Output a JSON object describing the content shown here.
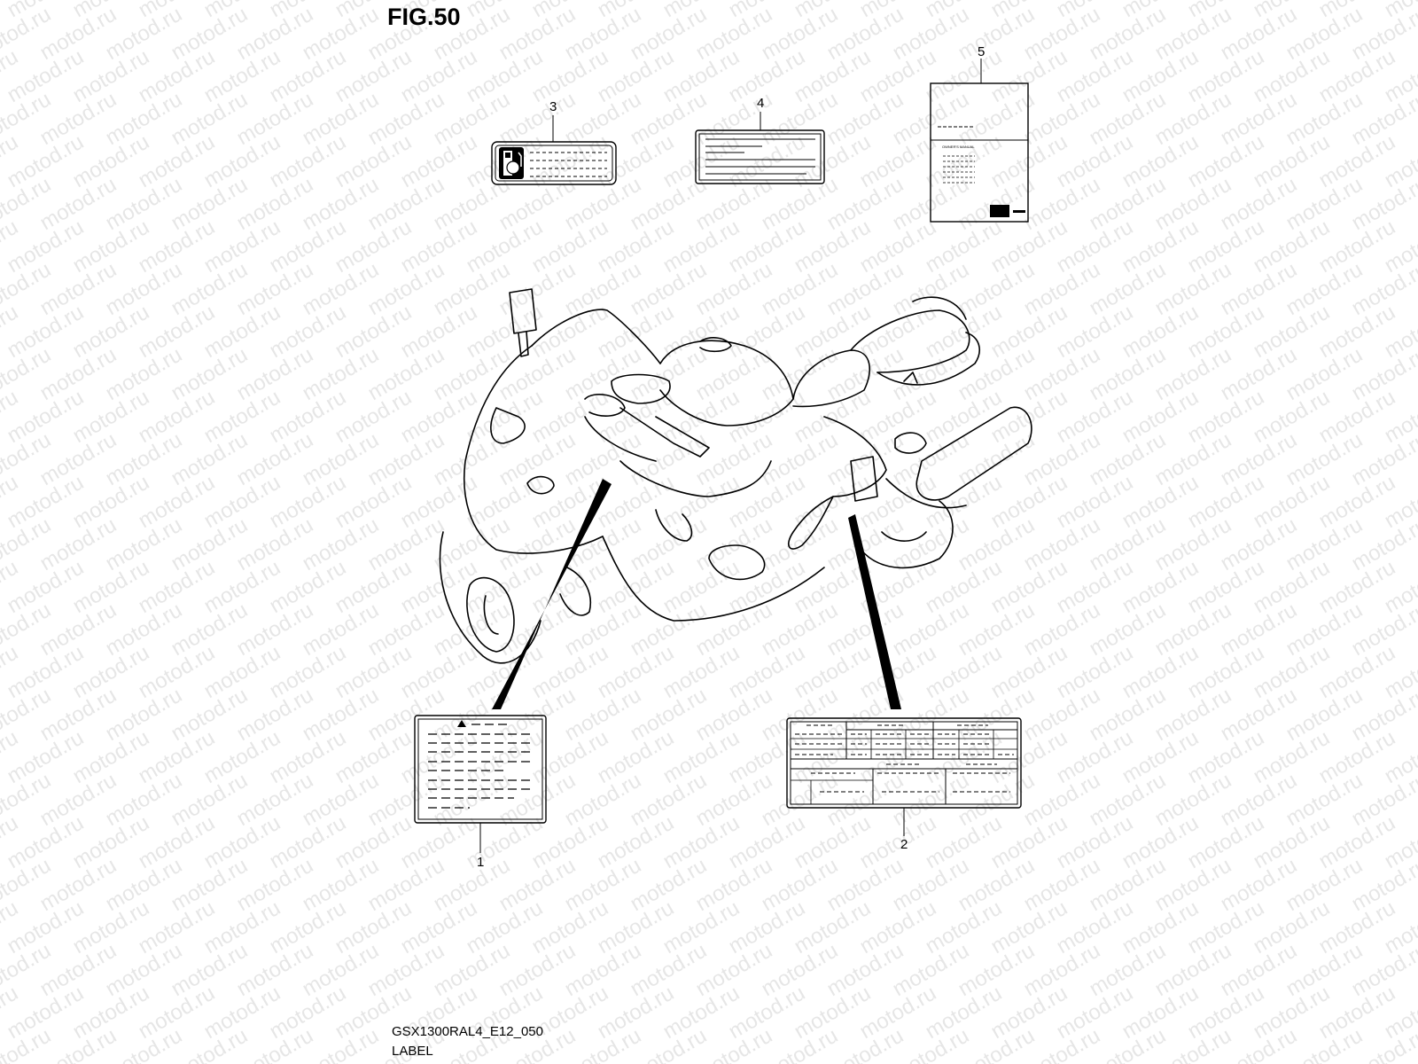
{
  "figure": {
    "title": "FIG.50",
    "code": "GSX1300RAL4_E12_050",
    "name": "LABEL"
  },
  "watermark": {
    "text": "motod.ru",
    "color": "#e6e6e6"
  },
  "callouts": [
    {
      "id": "1",
      "label": "1"
    },
    {
      "id": "2",
      "label": "2"
    },
    {
      "id": "3",
      "label": "3"
    },
    {
      "id": "4",
      "label": "4"
    },
    {
      "id": "5",
      "label": "5"
    }
  ],
  "manual_cover": {
    "heading": "OWNER'S MANUAL"
  },
  "colors": {
    "ink": "#000000",
    "background": "#ffffff"
  }
}
